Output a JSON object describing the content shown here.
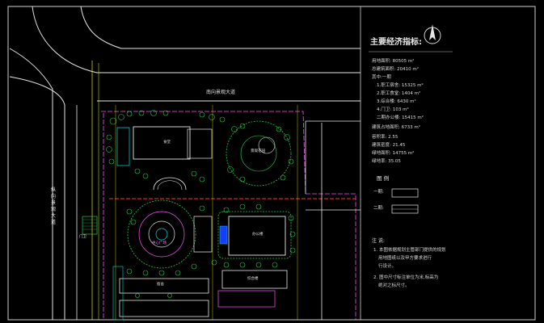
{
  "stats": {
    "title": "主要经济指标:",
    "rows": [
      {
        "label": "用地面积:",
        "value": "80505 m²"
      },
      {
        "label": "总建筑面积:",
        "value": "20410 m²"
      },
      {
        "label": "其中:一期",
        "value": ""
      },
      {
        "label": "1.职工宿舍:",
        "value": "15325 m²"
      },
      {
        "label": "2.职工食堂:",
        "value": "1404 m²"
      },
      {
        "label": "3.综合楼:",
        "value": "6430 m²"
      },
      {
        "label": "4.门卫:",
        "value": "103 m²"
      },
      {
        "label": "二期办公楼:",
        "value": "15415 m²"
      },
      {
        "label": "建筑占地面积:",
        "value": "6733 m²"
      },
      {
        "label": "容积率:",
        "value": "2.55"
      },
      {
        "label": "建筑密度:",
        "value": "21.45"
      },
      {
        "label": "绿地面积:",
        "value": "14755 m²"
      },
      {
        "label": "绿地率:",
        "value": "35.05"
      }
    ]
  },
  "legend": {
    "title": "图 例",
    "items": [
      {
        "label": "一期:"
      },
      {
        "label": "二期:"
      }
    ]
  },
  "notes": {
    "title": "注 说:",
    "lines": [
      "1. 本图依据规划主管部门提供的规划",
      "用地图纸以及甲方要求进行",
      "行设计。",
      "2. 图中尺寸标注单位为米,标高为",
      "绝对之标尺寸。"
    ]
  },
  "roads": {
    "top": "南向景观大道",
    "left": "纵向景观大道"
  },
  "labels": {
    "canteen": "食堂",
    "complex": "综合楼",
    "plaza": "中心广场",
    "garden": "景观花园",
    "office": "办公楼",
    "gate": "门卫",
    "dorm": "宿舍"
  },
  "colors": {
    "background": "#000000",
    "road": "#e6e6e6",
    "green": "#22cc44",
    "cyan": "#00d7d7",
    "magenta": "#ff50ff",
    "red": "#ff3030",
    "yellow": "#f0f000"
  },
  "compass": {
    "icon": "north-arrow-icon"
  }
}
